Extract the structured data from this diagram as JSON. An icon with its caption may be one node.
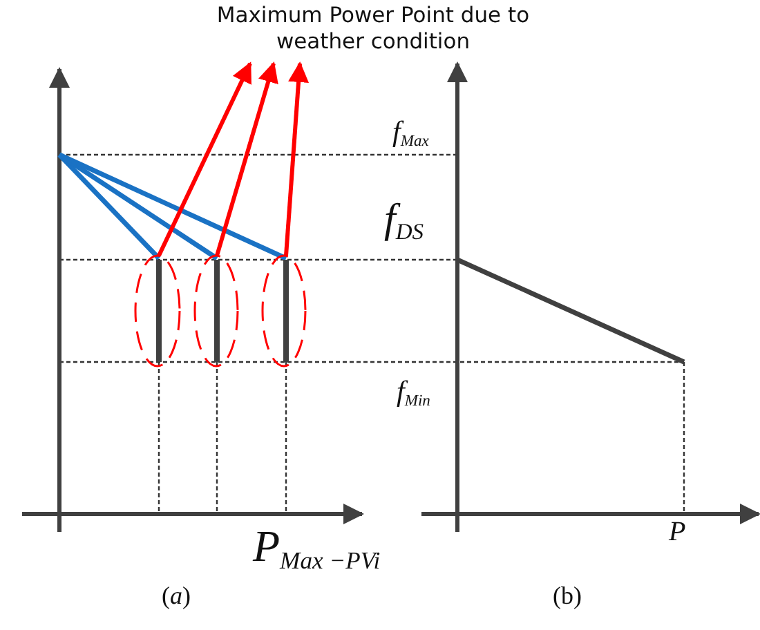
{
  "diagram": {
    "nodes": [
      {
        "text": [
          "Maximum Power Point due to weather condition"
        ]
      },
      {
        "text": [],
        "shape": "ellipse"
      },
      {
        "text": [],
        "shape": "ellipse"
      },
      {
        "text": [],
        "shape": "ellipse"
      }
    ],
    "edges": [
      {
        "from": 1,
        "to": 0,
        "arrow": "to"
      },
      {
        "from": 2,
        "to": 0,
        "arrow": "to"
      },
      {
        "from": 3,
        "to": 0,
        "arrow": "to"
      }
    ],
    "labels": [
      "f$_{Max}$",
      "f$_{DS}$",
      "f$_{Min}$",
      "P$_{Max −PVi}$",
      "P",
      "(*a*)",
      "(b)"
    ]
  }
}
